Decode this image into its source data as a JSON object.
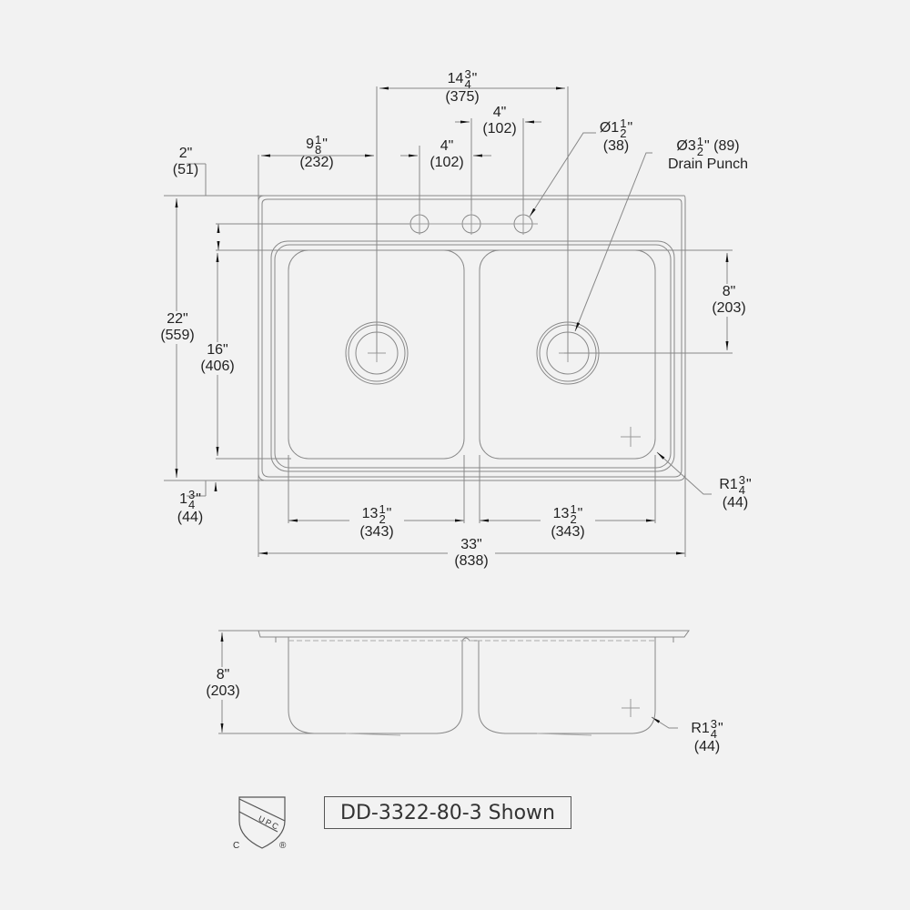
{
  "drawing": {
    "model_label": "DD-3322-80-3 Shown",
    "certification": {
      "mark": "UPC",
      "prefix": "C",
      "registered": "®"
    },
    "line_color": "#777777",
    "background": "#f2f2f2"
  },
  "dimensions": {
    "overall_width": {
      "inch": "33\"",
      "mm": "(838)"
    },
    "overall_depth": {
      "inch": "22\"",
      "mm": "(559)"
    },
    "bowl_depth_plan": {
      "inch": "16\"",
      "mm": "(406)"
    },
    "back_ledge": {
      "inch": "2\"",
      "mm": "(51)"
    },
    "front_ledge": {
      "whole": "1",
      "num": "3",
      "den": "4",
      "mm": "(44)"
    },
    "left_drain_offset": {
      "whole": "9",
      "num": "1",
      "den": "8",
      "mm": "(232)"
    },
    "drain_spacing": {
      "whole": "14",
      "num": "3",
      "den": "4",
      "mm": "(375)"
    },
    "faucet_spacing_1": {
      "inch": "4\"",
      "mm": "(102)"
    },
    "faucet_spacing_2": {
      "inch": "4\"",
      "mm": "(102)"
    },
    "faucet_hole_dia": {
      "prefix": "Ø1",
      "num": "1",
      "den": "2",
      "mm": "(38)"
    },
    "drain_punch": {
      "prefix": "Ø3",
      "num": "1",
      "den": "2",
      "mm": "(89)",
      "note": "Drain Punch"
    },
    "drain_from_front": {
      "inch": "8\"",
      "mm": "(203)"
    },
    "bowl_width_left": {
      "whole": "13",
      "num": "1",
      "den": "2",
      "mm": "(343)"
    },
    "bowl_width_right": {
      "whole": "13",
      "num": "1",
      "den": "2",
      "mm": "(343)"
    },
    "corner_radius_plan": {
      "prefix": "R1",
      "num": "3",
      "den": "4",
      "mm": "(44)"
    },
    "bowl_depth_section": {
      "inch": "8\"",
      "mm": "(203)"
    },
    "corner_radius_section": {
      "prefix": "R1",
      "num": "3",
      "den": "4",
      "mm": "(44)"
    }
  }
}
